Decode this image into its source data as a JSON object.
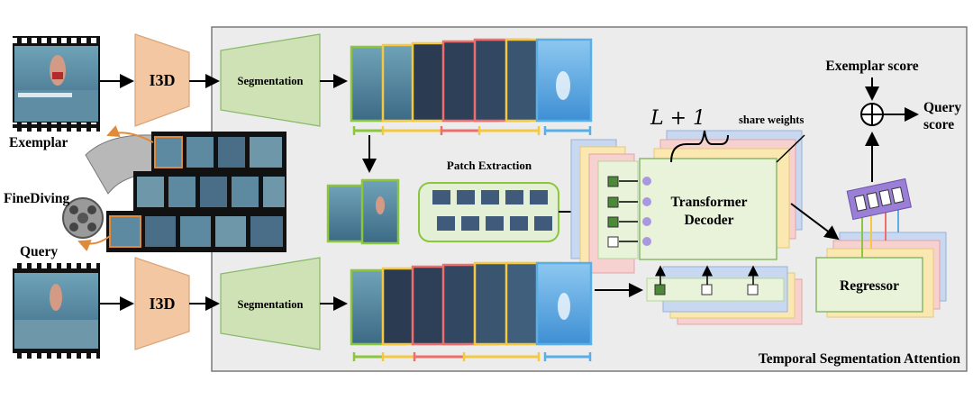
{
  "labels": {
    "i3d_top": "I3D",
    "i3d_bottom": "I3D",
    "seg_top": "Segmentation",
    "seg_bottom": "Segmentation",
    "exemplar": "Exemplar",
    "finediving": "FineDiving",
    "query": "Query",
    "patch_extraction": "Patch Extraction",
    "transformer_decoder_line1": "Transformer",
    "transformer_decoder_line2": "Decoder",
    "l_plus_one": "L + 1",
    "share_weights": "share weights",
    "exemplar_score": "Exemplar score",
    "query_score_line1": "Query",
    "query_score_line2": "score",
    "regressor": "Regressor",
    "temporal_segmentation_attention": "Temporal Segmentation Attention"
  },
  "colors": {
    "i3d": "#f2c7a1",
    "i3d_border": "#d9a477",
    "segmentation": "#cfe2b6",
    "segmentation_border": "#8ab86a",
    "panel_bg": "#ececec",
    "panel_border": "#7a7a7a",
    "green": "#8cc63f",
    "yellow": "#f5c842",
    "red": "#ee6e6e",
    "blue": "#5aaee6",
    "purple": "#9b7fd6",
    "decoder_bg": "#e8f3da",
    "regressor_bg": "#e8f3da",
    "token_green": "#4c8a3a"
  }
}
